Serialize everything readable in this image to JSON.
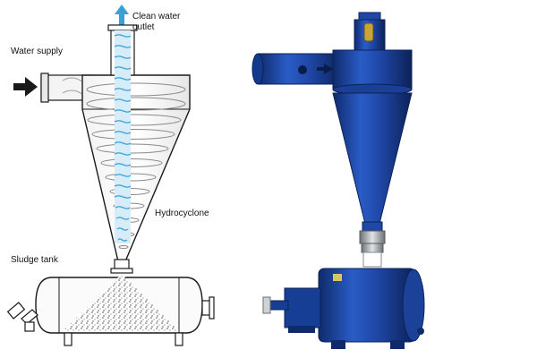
{
  "labels": {
    "clean_water_outlet": "Clean water\noutlet",
    "water_supply": "Water supply",
    "hydrocyclone": "Hydrocyclone",
    "sludge_tank": "Sludge tank"
  },
  "colors": {
    "outline": "#1a1a1a",
    "flow_blue": "#3aa0d8",
    "device_blue": "#1f47a6",
    "device_dark": "#0f2a6b",
    "metal": "#9aa0a6"
  },
  "icons": {
    "inlet_arrow": "arrow-right-icon",
    "outlet_arrow": "arrow-up-icon",
    "flow_arrow": "arrow-right-icon"
  }
}
